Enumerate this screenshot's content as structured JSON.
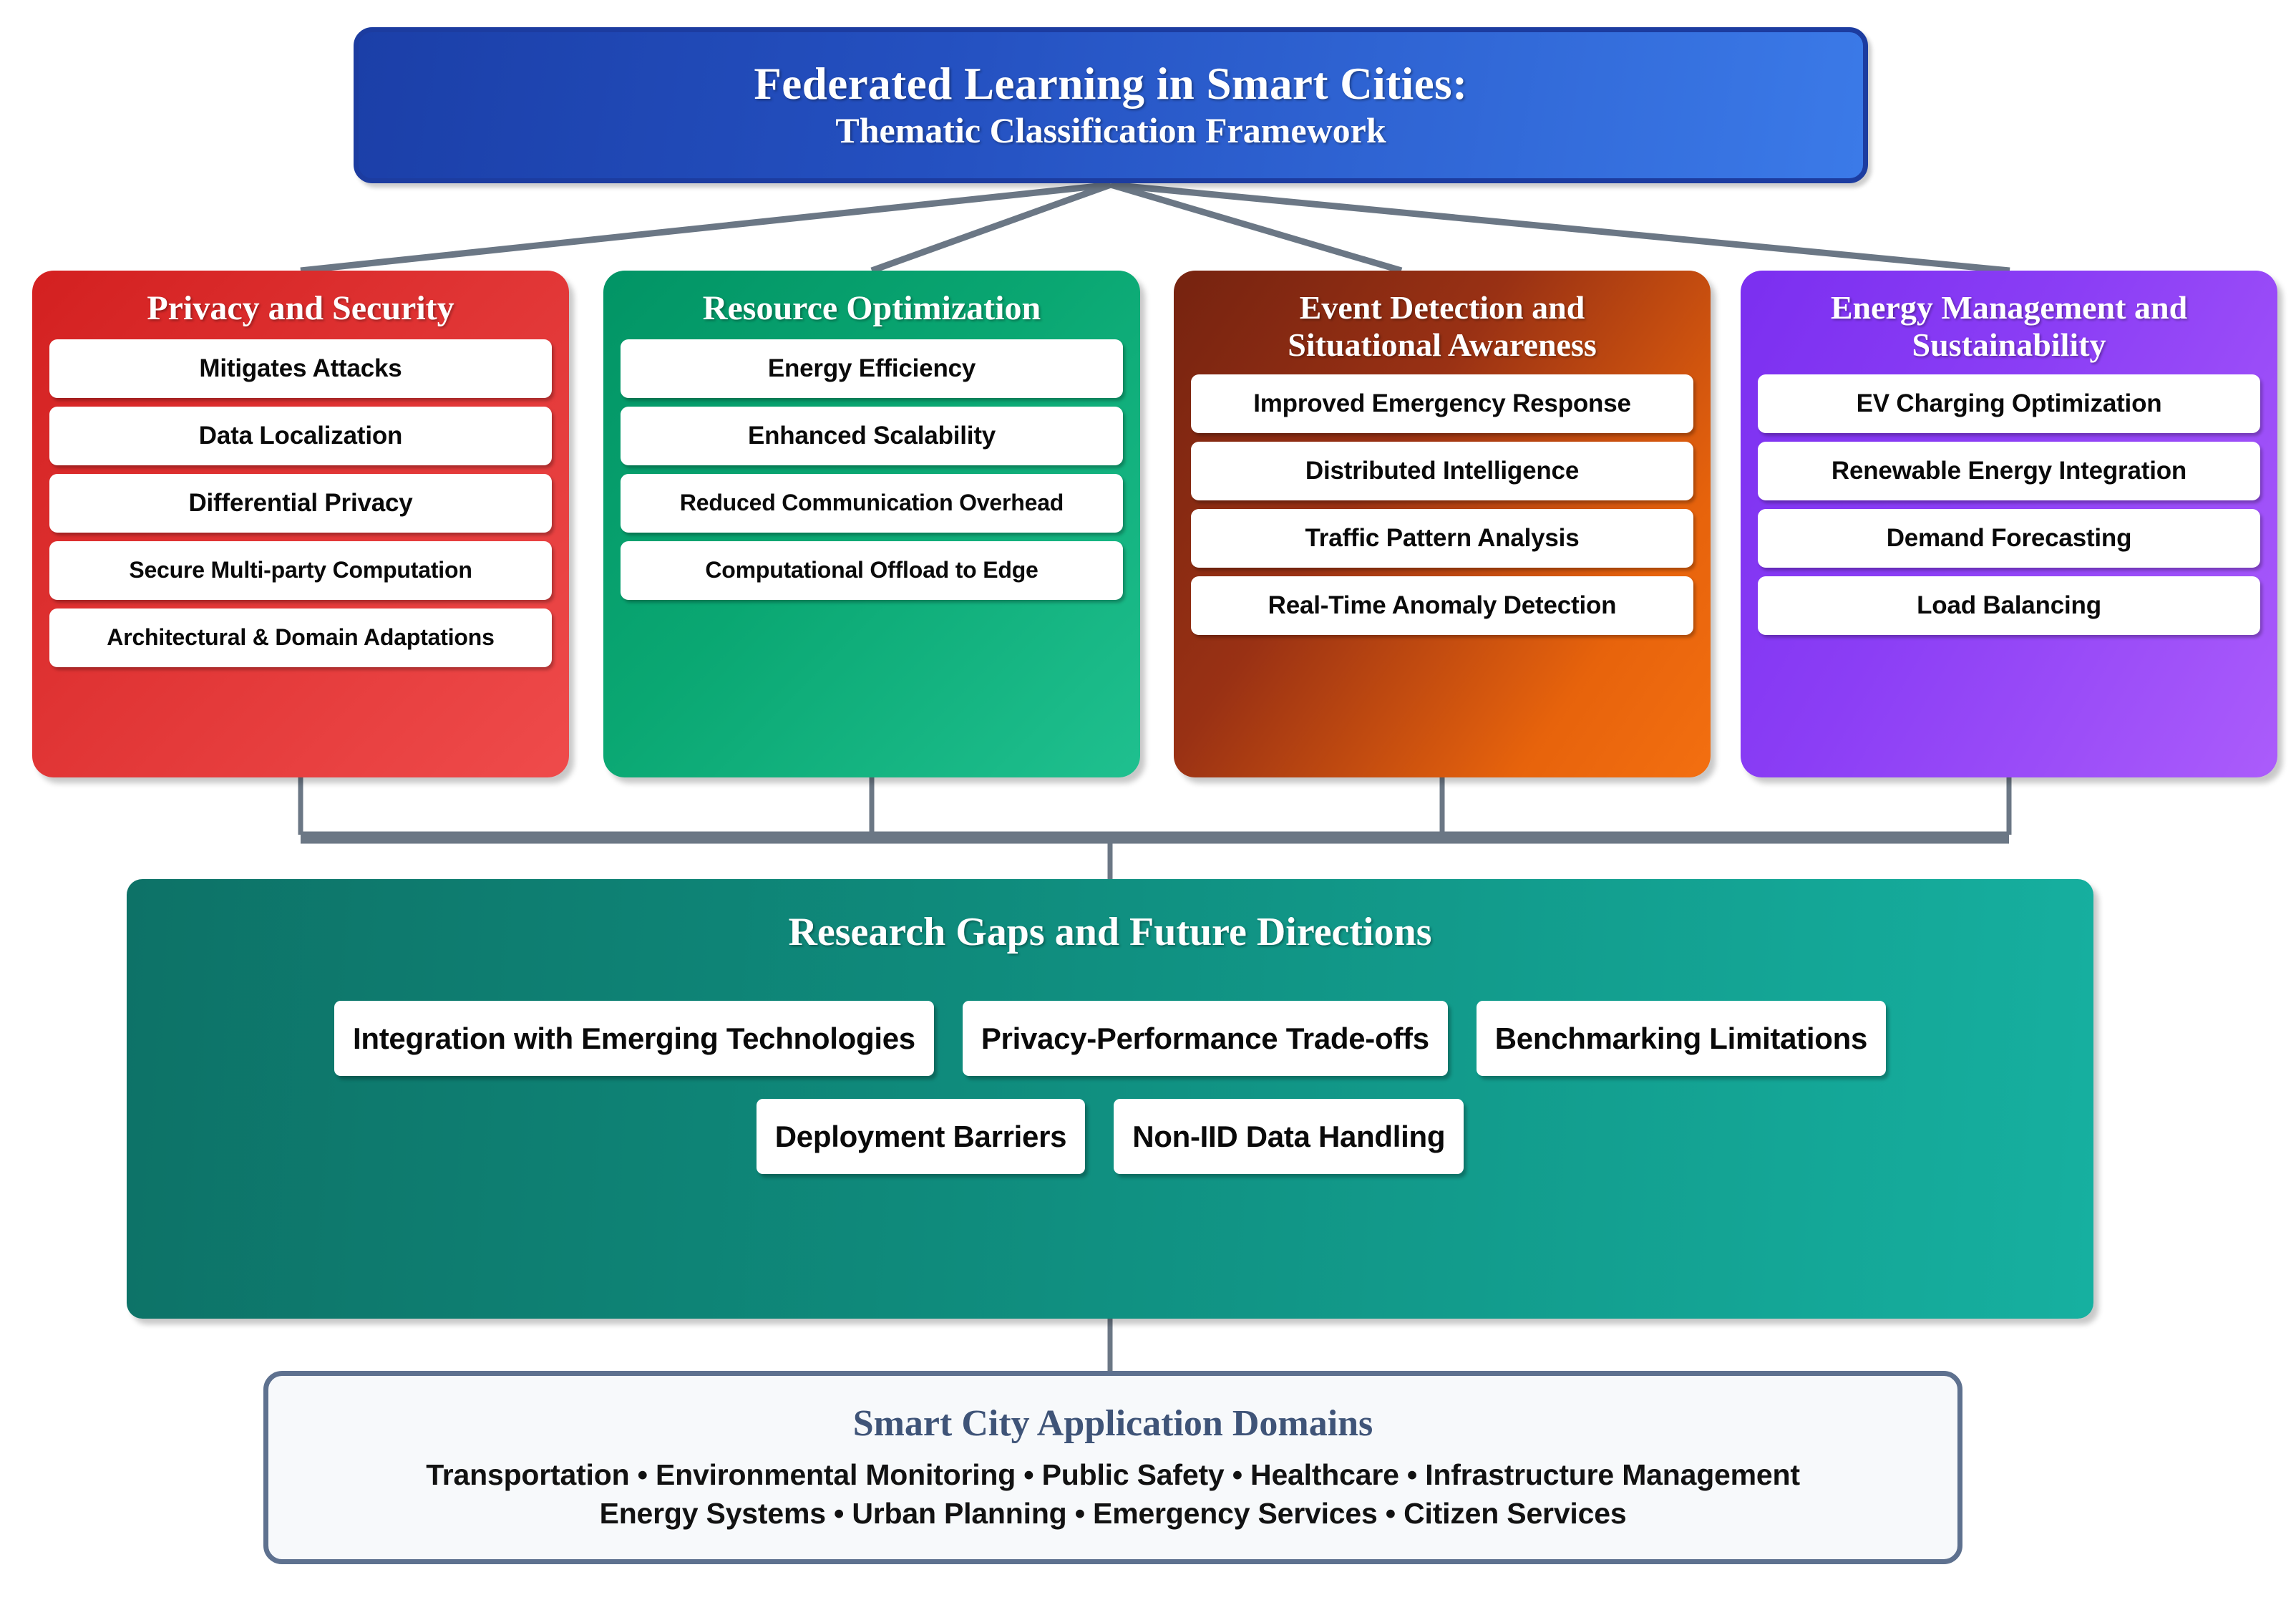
{
  "title": {
    "line1": "Federated Learning in Smart Cities:",
    "line2": "Thematic Classification Framework",
    "accent": "#2450c0",
    "border": "#1c3ca0"
  },
  "themes": [
    {
      "name": "Privacy and Security",
      "color": "#e03434",
      "items": [
        "Mitigates Attacks",
        "Data Localization",
        "Differential Privacy",
        "Secure Multi-party Computation",
        "Architectural & Domain Adaptations"
      ]
    },
    {
      "name": "Resource Optimization",
      "color": "#0aa772",
      "items": [
        "Energy Efficiency",
        "Enhanced Scalability",
        "Reduced Communication Overhead",
        "Computational Offload to Edge"
      ]
    },
    {
      "name": "Event Detection and Situational Awareness",
      "name_line1": "Event Detection and",
      "name_line2": "Situational Awareness",
      "color": "#e7630c",
      "items": [
        "Improved Emergency Response",
        "Distributed Intelligence",
        "Traffic Pattern Analysis",
        "Real-Time Anomaly Detection"
      ]
    },
    {
      "name": "Energy Management and Sustainability",
      "name_line1": "Energy Management and",
      "name_line2": "Sustainability",
      "color": "#8b3ef5",
      "items": [
        "EV Charging Optimization",
        "Renewable Energy Integration",
        "Demand Forecasting",
        "Load Balancing"
      ]
    }
  ],
  "gaps": {
    "title": "Research Gaps and Future Directions",
    "color": "#0f8b7c",
    "row1": [
      "Integration with Emerging Technologies",
      "Privacy-Performance Trade-offs",
      "Benchmarking Limitations"
    ],
    "row2": [
      "Deployment Barriers",
      "Non-IID Data Handling"
    ]
  },
  "domains": {
    "title": "Smart City Application Domains",
    "border_color": "#5e718f",
    "title_color": "#3f5478",
    "line1": "Transportation • Environmental Monitoring • Public Safety • Healthcare • Infrastructure Management",
    "line2": "Energy Systems • Urban Planning • Emergency Services • Citizen Services"
  },
  "connector_color": "#6b7785"
}
